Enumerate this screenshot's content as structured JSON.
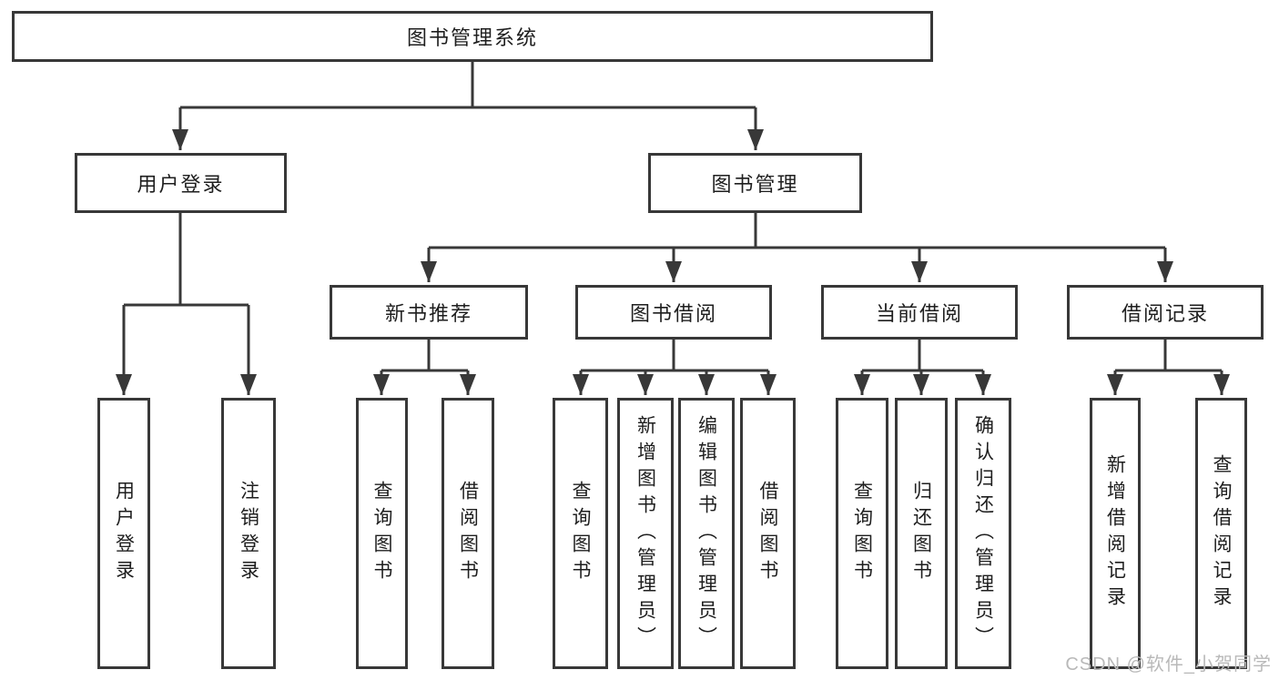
{
  "diagram": {
    "title": {
      "label": "图书管理系统"
    },
    "level2": {
      "user_login": {
        "label": "用户登录"
      },
      "book_mgmt": {
        "label": "图书管理"
      }
    },
    "level3": {
      "new_books": {
        "label": "新书推荐"
      },
      "book_borrow": {
        "label": "图书借阅"
      },
      "current_borrow": {
        "label": "当前借阅"
      },
      "borrow_records": {
        "label": "借阅记录"
      }
    },
    "leaves": {
      "user_login": [
        {
          "label": "用户登录"
        },
        {
          "label": "注销登录"
        }
      ],
      "new_books": [
        {
          "label": "查询图书"
        },
        {
          "label": "借阅图书"
        }
      ],
      "book_borrow": [
        {
          "label": "查询图书"
        },
        {
          "label": "新增图书（管理员）"
        },
        {
          "label": "编辑图书（管理员）"
        },
        {
          "label": "借阅图书"
        }
      ],
      "current_borrow": [
        {
          "label": "查询图书"
        },
        {
          "label": "归还图书"
        },
        {
          "label": "确认归还（管理员）"
        }
      ],
      "borrow_records": [
        {
          "label": "新增借阅记录"
        },
        {
          "label": "查询借阅记录"
        }
      ]
    },
    "colors": {
      "line": "#383838",
      "text": "#1e1e1e",
      "background": "#ffffff",
      "watermark": "#b9b9b9"
    }
  },
  "watermark": {
    "text": "CSDN @软件_小贺同学"
  }
}
